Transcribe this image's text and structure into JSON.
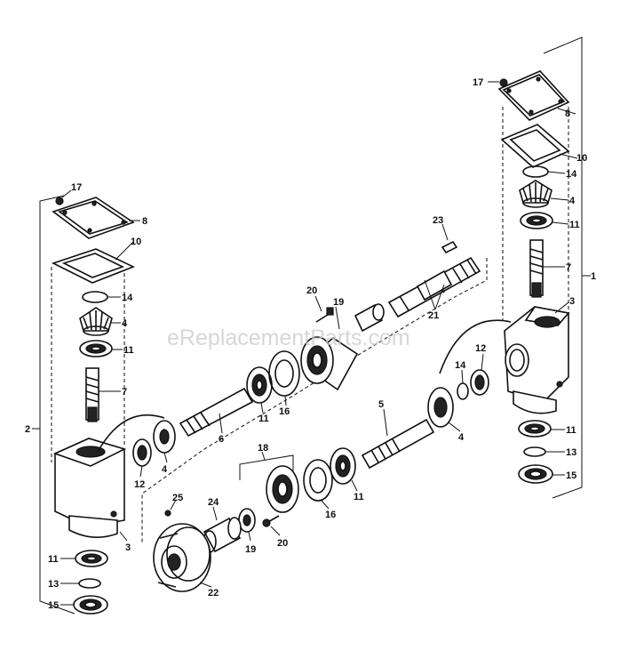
{
  "watermark": "eReplacementParts.com",
  "labels": {
    "n1": "1",
    "n2": "2",
    "n3": "3",
    "n4": "4",
    "n5": "5",
    "n6": "6",
    "n7": "7",
    "n8": "8",
    "n10": "10",
    "n11": "11",
    "n12": "12",
    "n13": "13",
    "n14": "14",
    "n15": "15",
    "n16": "16",
    "n17": "17",
    "n18": "18",
    "n19": "19",
    "n20": "20",
    "n21": "21",
    "n22": "22",
    "n23": "23",
    "n24": "24",
    "n25": "25"
  }
}
